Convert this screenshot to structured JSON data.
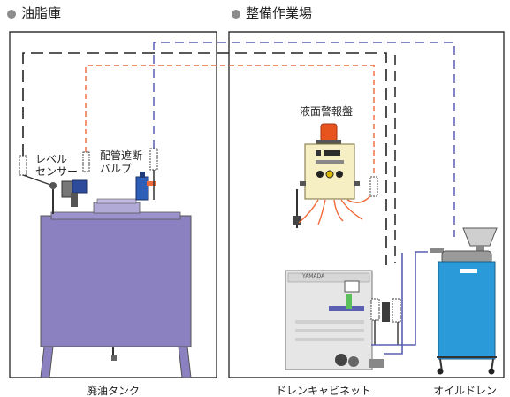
{
  "headers": {
    "left": "油脂庫",
    "right": "整備作業場"
  },
  "labels": {
    "level_sensor_line1": "レベル",
    "level_sensor_line2": "センサー",
    "valve_line1": "配管遮断",
    "valve_line2": "バルブ",
    "alarm_panel": "液面警報盤",
    "brand_small": "YAMADA"
  },
  "captions": {
    "waste_tank": "廃油タンク",
    "drain_cabinet": "ドレンキャビネット",
    "oil_drain": "オイルドレン"
  },
  "colors": {
    "tank_purple": "#8b80c0",
    "drain_blue": "#2a9ad8",
    "cabinet_gray": "#e6e6e6",
    "panel_cream": "#f7efc4",
    "pipe_orange": "#f06a3a",
    "pipe_blue": "#5a5fb0",
    "beacon_red": "#e8541e",
    "header_dot": "#8c8c8c"
  }
}
